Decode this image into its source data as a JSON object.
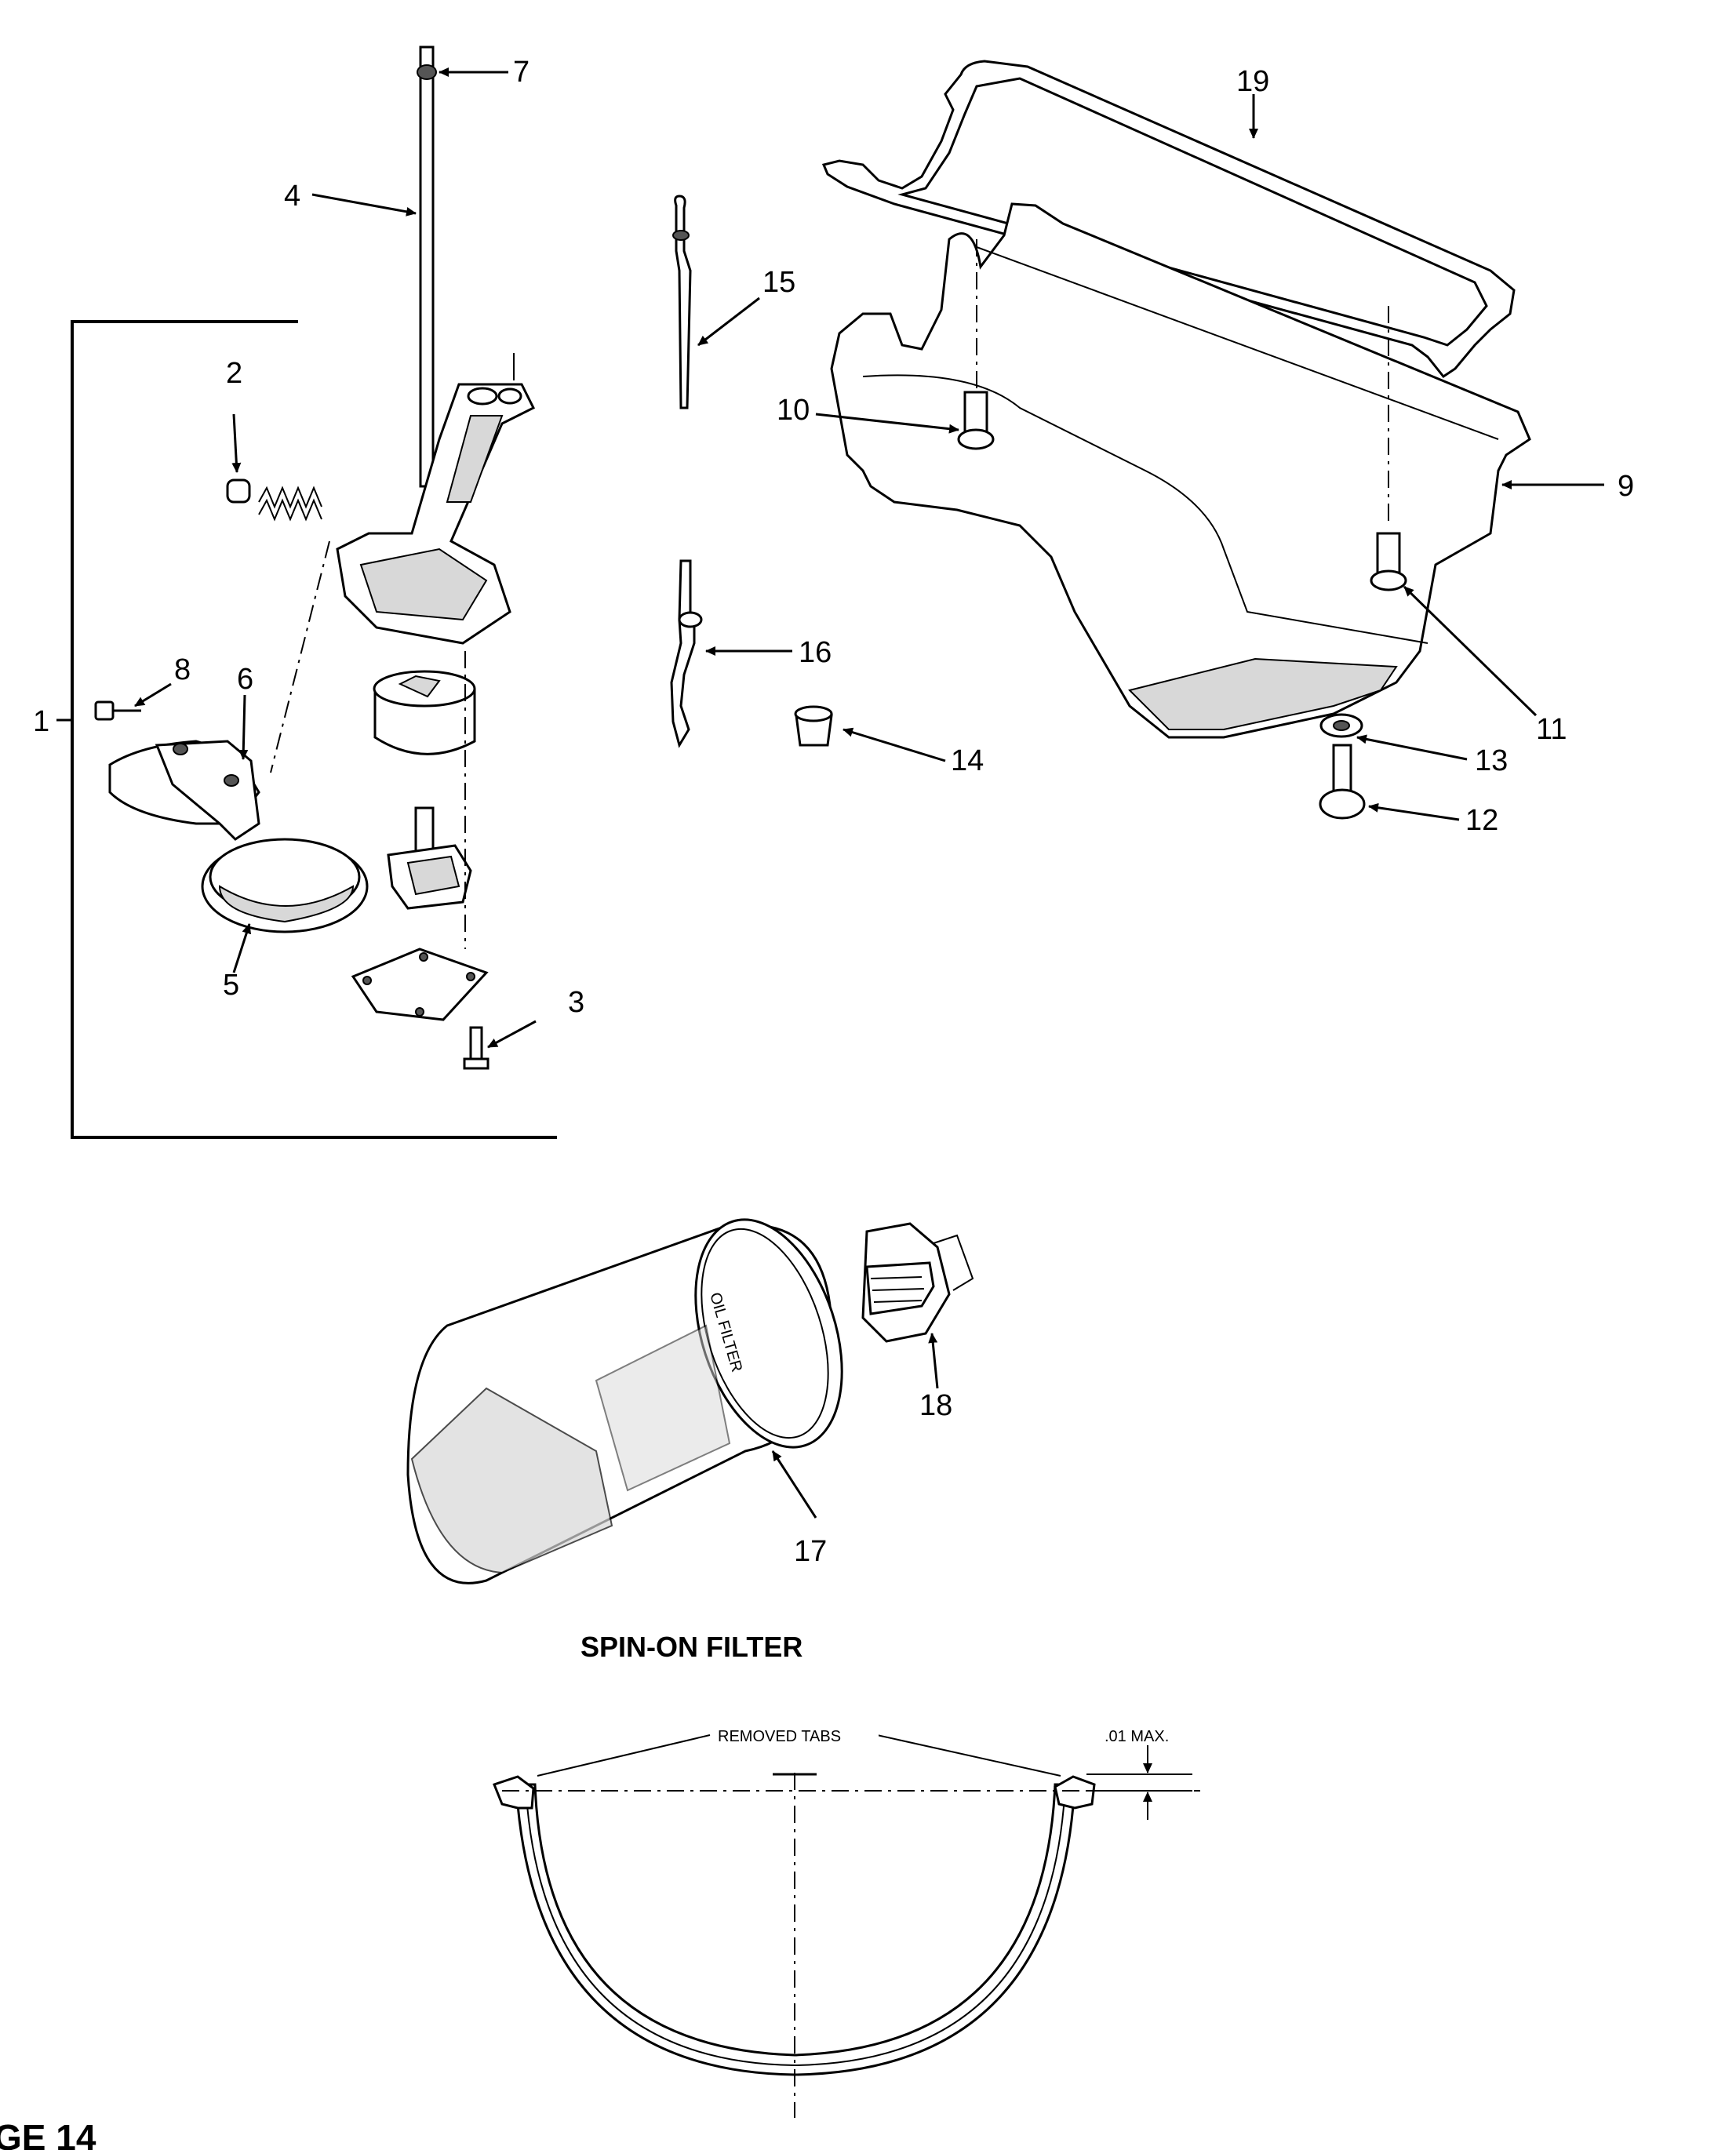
{
  "callouts": {
    "c1": "1",
    "c2": "2",
    "c3": "3",
    "c4": "4",
    "c5": "5",
    "c6": "6",
    "c7": "7",
    "c8": "8",
    "c9": "9",
    "c10": "10",
    "c11": "11",
    "c12": "12",
    "c13": "13",
    "c14": "14",
    "c15": "15",
    "c16": "16",
    "c17": "17",
    "c18": "18",
    "c19": "19"
  },
  "filter_caption": "SPIN-ON FILTER",
  "filter_label": "OIL FILTER",
  "seal_detail": {
    "removed_tabs": "REMOVED TABS",
    "max_gap": ".01 MAX."
  },
  "page_label": "GE 14"
}
